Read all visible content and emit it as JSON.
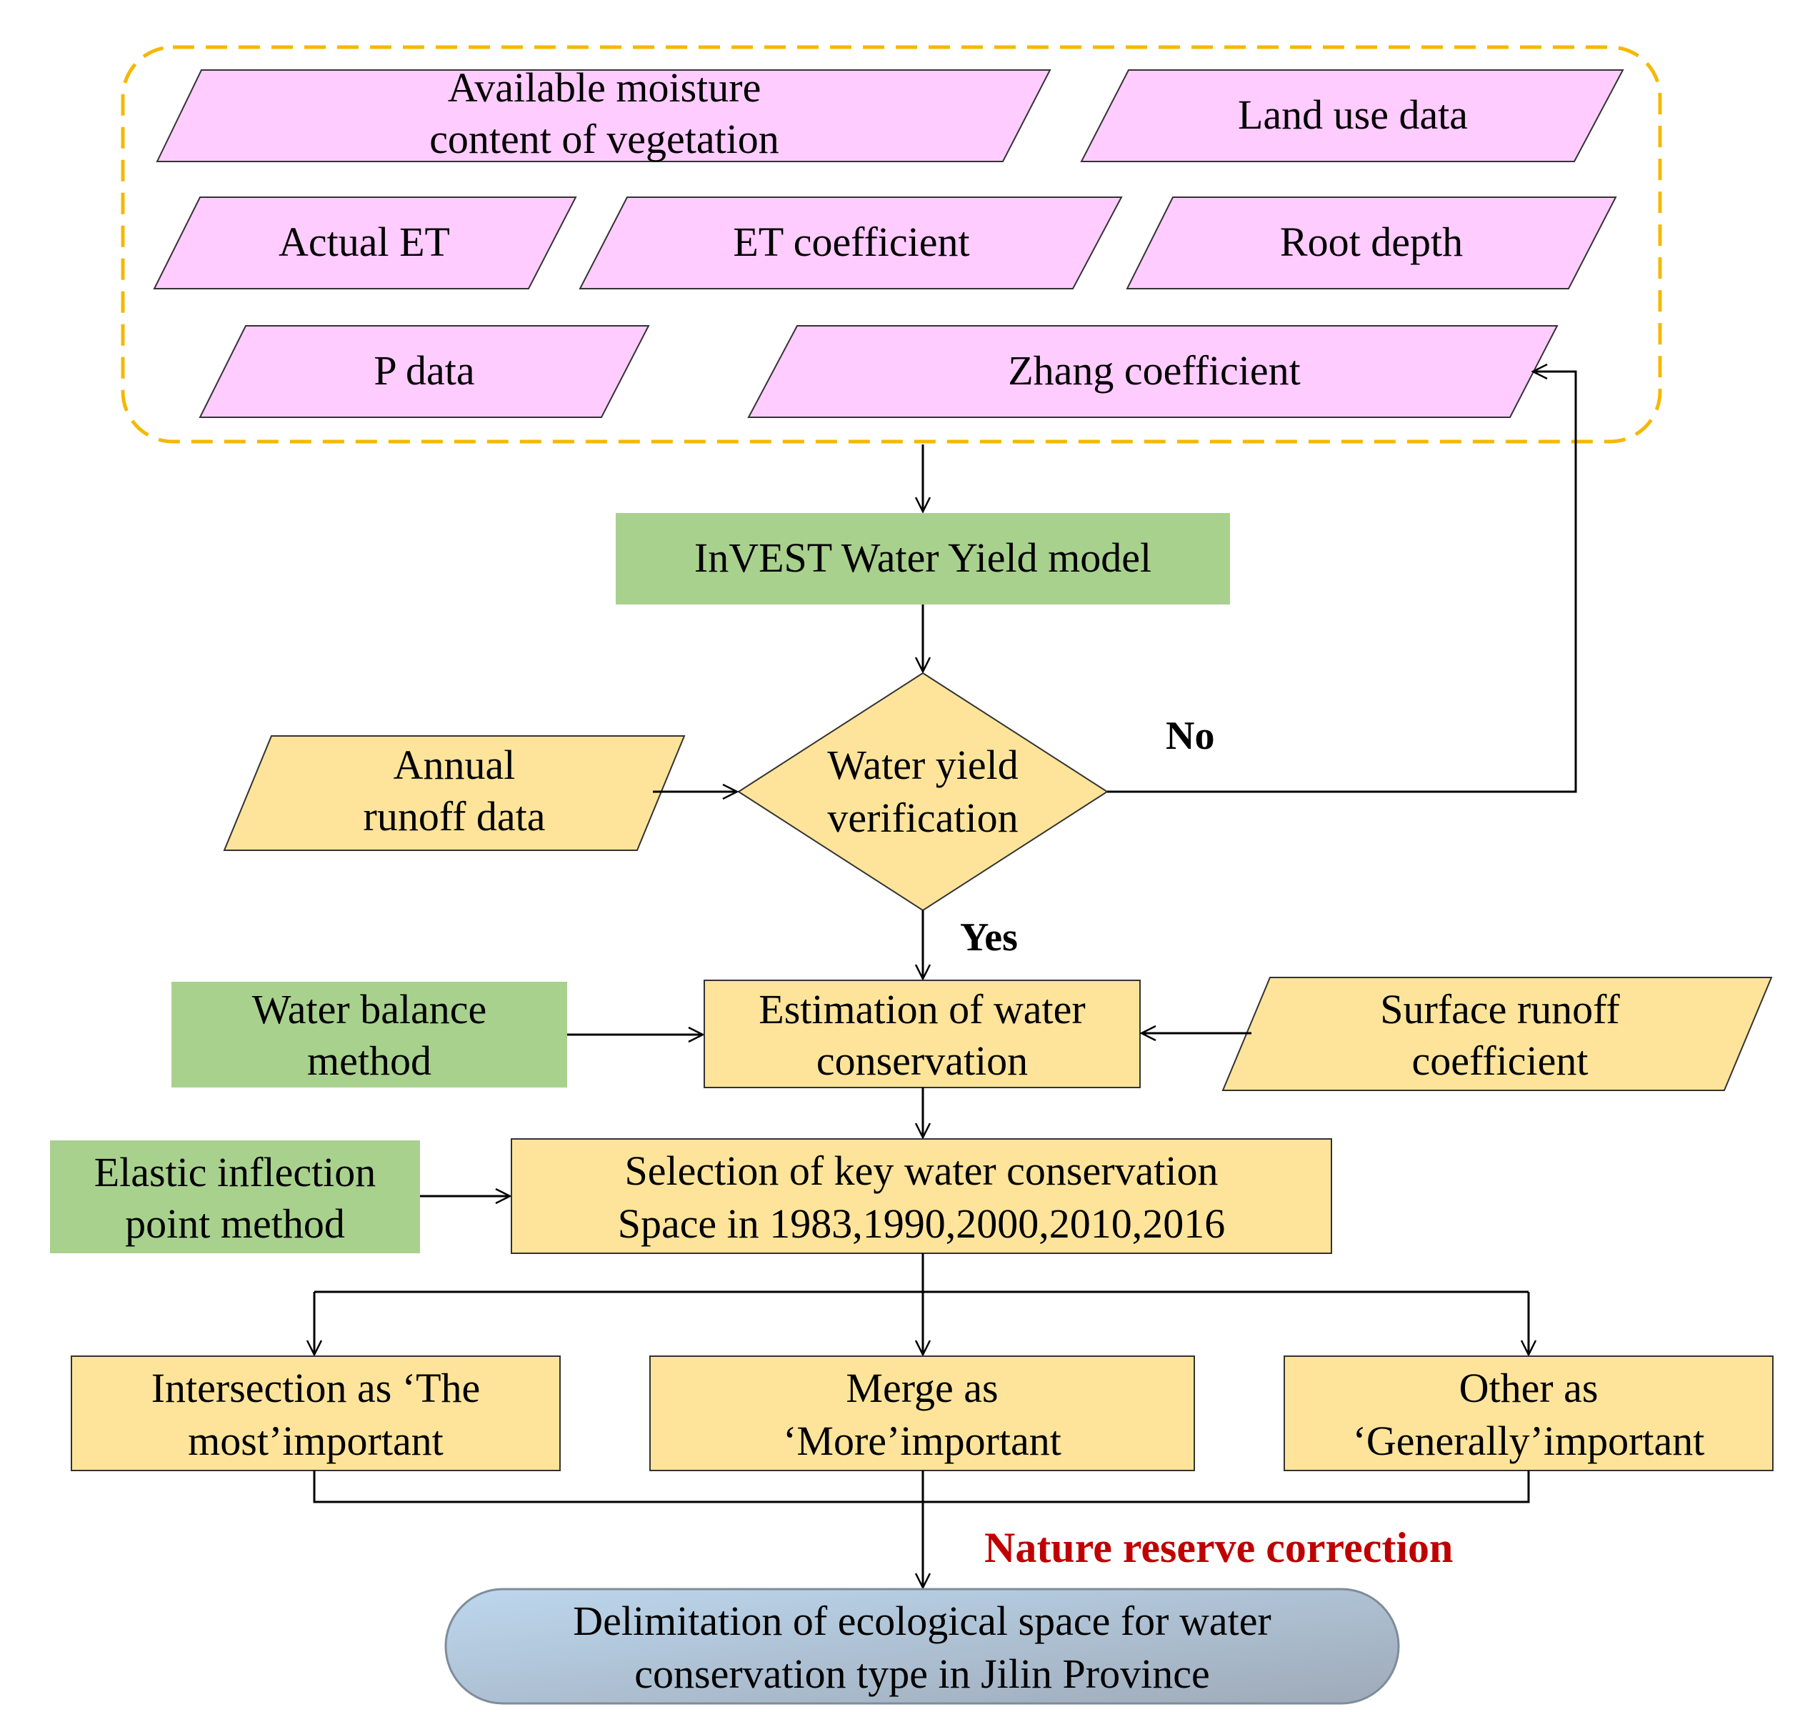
{
  "inputs": {
    "moisture": [
      "Available moisture",
      "content of vegetation"
    ],
    "land_use": "Land use data",
    "actual_et": "Actual ET",
    "et_coef": "ET coefficient",
    "root_depth": "Root depth",
    "p_data": "P data",
    "zhang": "Zhang coefficient"
  },
  "model": "InVEST Water Yield model",
  "verification": [
    "Water yield",
    "verification"
  ],
  "annual_runoff": [
    "Annual",
    "runoff data"
  ],
  "no_label": "No",
  "yes_label": "Yes",
  "water_balance": [
    "Water balance",
    "method"
  ],
  "estimation": [
    "Estimation of water",
    "conservation"
  ],
  "surface_runoff": [
    "Surface runoff",
    "coefficient"
  ],
  "elastic": [
    "Elastic inflection",
    "point method"
  ],
  "selection": [
    "Selection of key water conservation",
    "Space in 1983,1990,2000,2010,2016"
  ],
  "intersection": [
    "Intersection as ‘The",
    "most’important"
  ],
  "merge": [
    "Merge as",
    "‘More’important"
  ],
  "other": [
    "Other as",
    "‘Generally’important"
  ],
  "nature_reserve": "Nature reserve correction",
  "delimitation": [
    "Delimitation of ecological space for water",
    "conservation type in Jilin Province"
  ],
  "colors": {
    "input_pink": "#ffccff",
    "step_yellow": "#fde49a",
    "method_green": "#a9d18e",
    "container_dash": "#f5b800",
    "result_blue": "#b4c6e7",
    "correction_red": "#c00000"
  }
}
